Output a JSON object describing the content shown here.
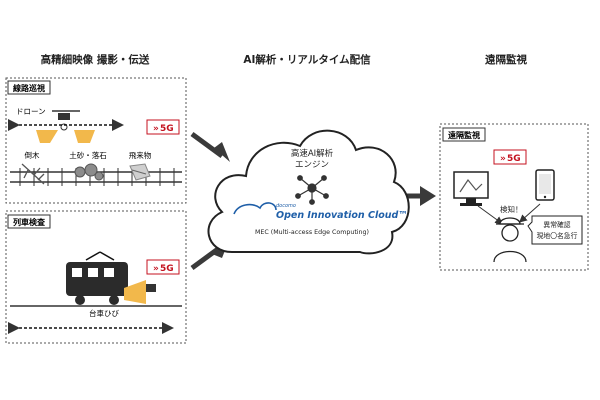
{
  "headers": {
    "left": "高精細映像 撮影・伝送",
    "center": "AI解析・リアルタイム配信",
    "right": "遠隔監視"
  },
  "panel_track": {
    "title": "線路巡視",
    "drone_label": "ドローン",
    "badge": "5G",
    "hazards": [
      "倒木",
      "土砂・落石",
      "飛来物"
    ]
  },
  "panel_train": {
    "title": "列車検査",
    "badge": "5G",
    "label": "台車ひび"
  },
  "cloud": {
    "engine_line1": "高速AI解析",
    "engine_line2": "エンジン",
    "brand_small": "docomo",
    "brand": "Open Innovation Cloud™",
    "mec": "MEC (Multi-access Edge Computing)"
  },
  "panel_monitor": {
    "title": "遠隔監視",
    "badge": "5G",
    "detect": "検知！",
    "bubble_line1": "異常確認",
    "bubble_line2": "現地〇名急行"
  },
  "colors": {
    "badge": "#c4121f",
    "warn": "#f2b84b",
    "cloud_blue": "#1f5fa8",
    "arrow": "#3a3a3a"
  }
}
